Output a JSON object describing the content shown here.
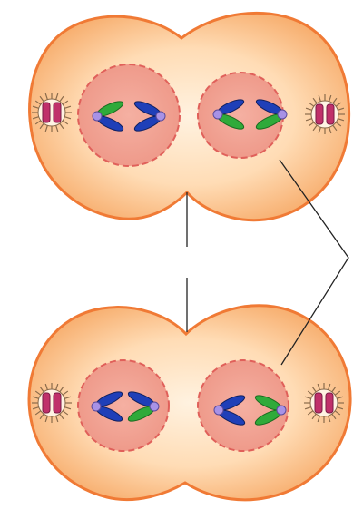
{
  "diagram": {
    "type": "cell-division-illustration",
    "faded_caption": "",
    "colors": {
      "cell_outline": "#f07a35",
      "cytoplasm_edge": "#f5a05a",
      "cytoplasm_center": "#ffe9cf",
      "nucleus_fill": "#f0a091",
      "nucleus_border": "#e0605a",
      "chromatid_blue": "#1f3fb8",
      "chromatid_green": "#2faa3a",
      "centromere": "#a892e6",
      "centriole": "#c0306a",
      "aster_ray": "#8a6a4a",
      "leader_line": "#222222"
    },
    "cells": [
      {
        "name": "top-cell",
        "nuclei": [
          {
            "name": "top-left-nucleus",
            "pairs": [
              {
                "side": "left",
                "colors": [
                  "green",
                  "blue"
                ]
              },
              {
                "side": "right",
                "colors": [
                  "blue",
                  "green"
                ]
              }
            ]
          },
          {
            "name": "top-right-nucleus",
            "pairs": [
              {
                "side": "left",
                "colors": [
                  "blue",
                  "green"
                ]
              },
              {
                "side": "right",
                "colors": [
                  "blue",
                  "green"
                ]
              }
            ]
          }
        ]
      },
      {
        "name": "bottom-cell",
        "nuclei": [
          {
            "name": "bottom-left-nucleus",
            "pairs": [
              {
                "side": "left",
                "colors": [
                  "blue",
                  "green"
                ]
              },
              {
                "side": "right",
                "colors": [
                  "blue",
                  "green"
                ]
              }
            ]
          },
          {
            "name": "bottom-right-nucleus",
            "pairs": [
              {
                "side": "left",
                "colors": [
                  "blue",
                  "blue"
                ]
              },
              {
                "side": "right",
                "colors": [
                  "green",
                  "green"
                ]
              }
            ]
          }
        ]
      }
    ]
  }
}
